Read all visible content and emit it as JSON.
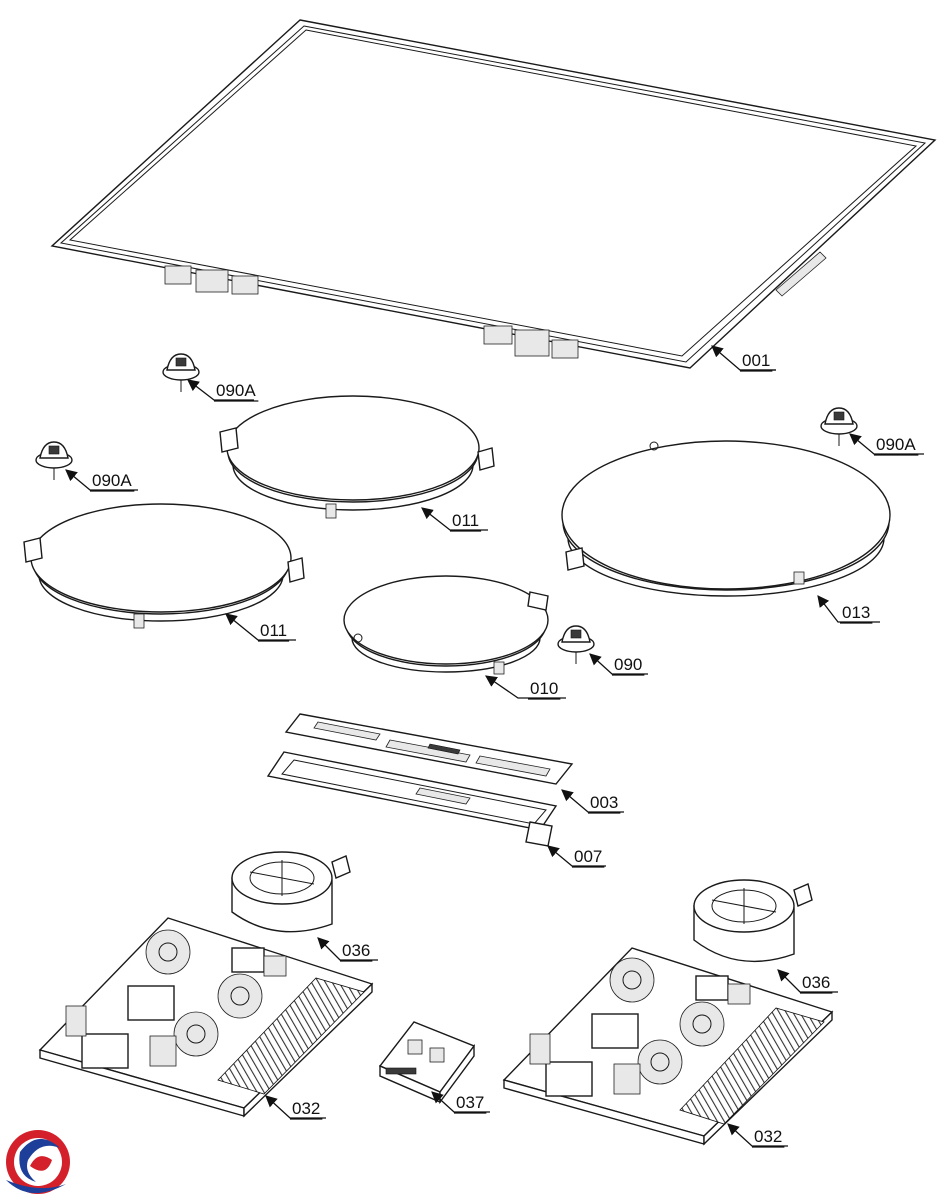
{
  "labels": {
    "p001": "001",
    "p090a_1": "090A",
    "p090a_2": "090A",
    "p090a_3": "090A",
    "p011_1": "011",
    "p011_2": "011",
    "p013": "013",
    "p010": "010",
    "p090": "090",
    "p003": "003",
    "p007": "007",
    "p036_1": "036",
    "p036_2": "036",
    "p032_1": "032",
    "p032_2": "032",
    "p037": "037"
  },
  "colors": {
    "line": "#1a1a1a",
    "logo_red": "#d3202a",
    "logo_blue": "#1d3f9a"
  }
}
